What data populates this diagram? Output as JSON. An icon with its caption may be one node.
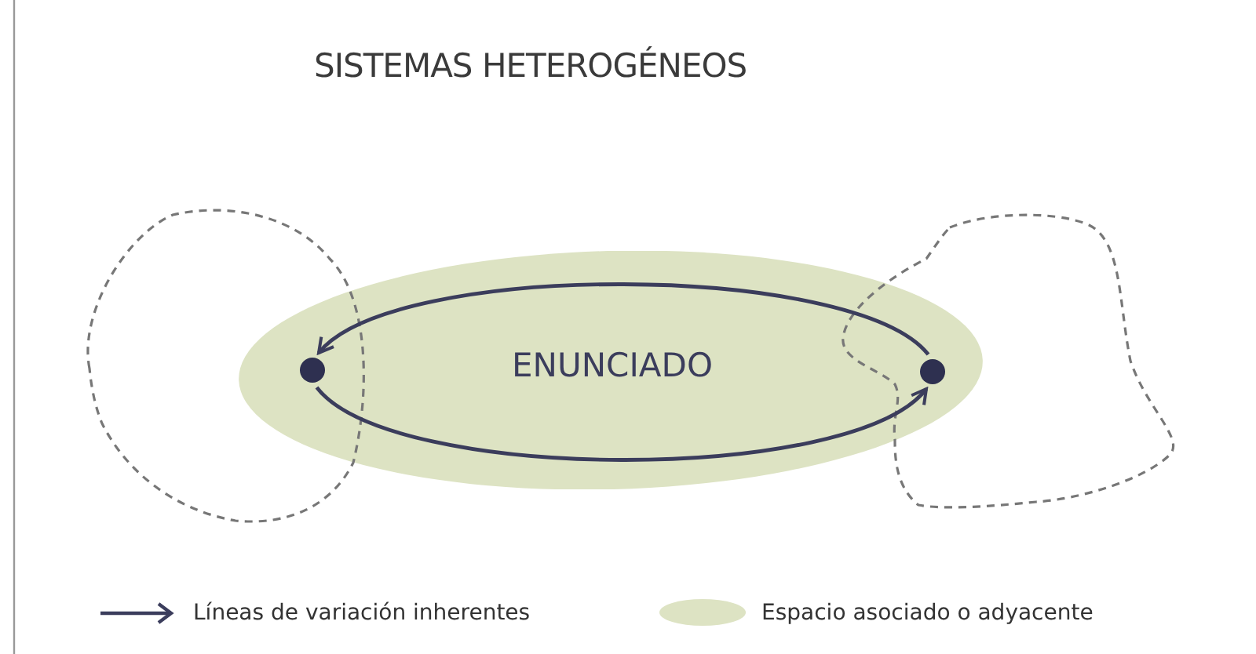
{
  "diagram": {
    "title": "SISTEMAS HETEROGÉNEOS",
    "nodes": [
      {
        "text": [
          "ENUNCIADO"
        ]
      },
      {
        "text": [],
        "shape": "circle"
      },
      {
        "text": [],
        "shape": "circle"
      }
    ],
    "edges": [
      {
        "from": 2,
        "to": 1,
        "arrow": "to"
      },
      {
        "from": 1,
        "to": 2,
        "arrow": "to"
      }
    ],
    "legend": [
      {
        "text": "Líneas de variación inherentes"
      },
      {
        "text": "Espacio asociado o adyacente",
        "color": "#dde3c3"
      }
    ]
  }
}
